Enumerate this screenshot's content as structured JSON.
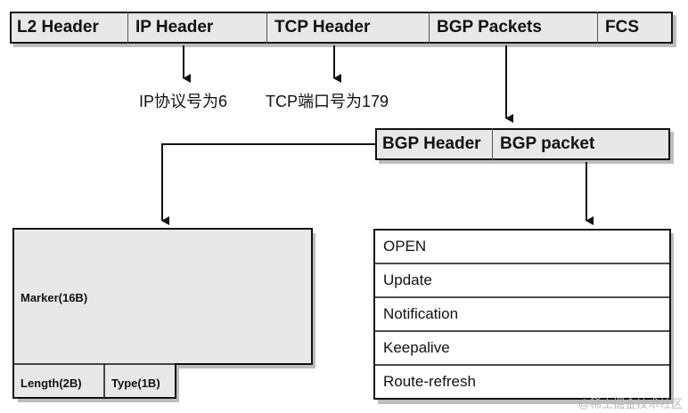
{
  "frame": {
    "fields": [
      {
        "label": "L2 Header"
      },
      {
        "label": "IP Header"
      },
      {
        "label": "TCP Header"
      },
      {
        "label": "BGP Packets"
      },
      {
        "label": "FCS"
      }
    ]
  },
  "notes": {
    "ip": "IP协议号为6",
    "tcp": "TCP端口号为179"
  },
  "bgp": {
    "header_label": "BGP Header",
    "packet_label": "BGP packet"
  },
  "header_box": {
    "marker": "Marker(16B)",
    "length": "Length(2B)",
    "type": "Type(1B)"
  },
  "packet_types": [
    {
      "label": "OPEN"
    },
    {
      "label": "Update"
    },
    {
      "label": "Notification"
    },
    {
      "label": "Keepalive"
    },
    {
      "label": "Route-refresh"
    }
  ],
  "watermark": "@稀土掘金技术社区",
  "colors": {
    "fill": "#e8e8e8",
    "border": "#111111"
  }
}
